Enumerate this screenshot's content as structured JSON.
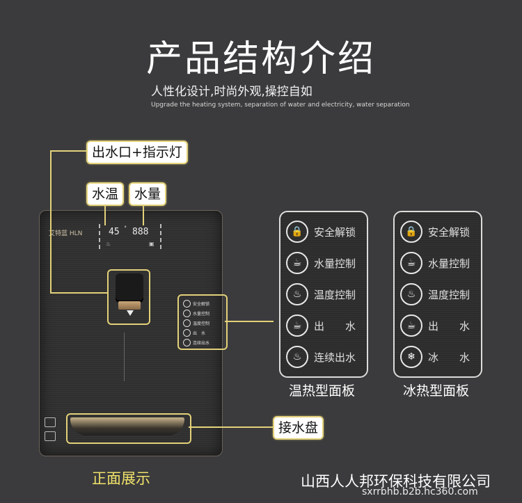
{
  "header": {
    "title": "产品结构介绍",
    "subtitle": "人性化设计,时尚外观,操控自如",
    "subtitle_en": "Upgrade the heating system, separation of water and electricity, water separation"
  },
  "callouts": {
    "outlet": "出水口+指示灯",
    "water_temp": "水温",
    "water_volume": "水量",
    "drip_tray": "接水盘"
  },
  "appliance": {
    "brand": "艾特蓝 HLN",
    "display_temp": "45",
    "display_volume": "888"
  },
  "panels": [
    {
      "caption": "温热型面板",
      "buttons": [
        {
          "icon": "lock-icon",
          "label": "安全解锁"
        },
        {
          "icon": "cup-volume-icon",
          "label": "水量控制"
        },
        {
          "icon": "temperature-cup-icon",
          "label": "温度控制"
        },
        {
          "icon": "cup-icon",
          "label": "出　　水"
        },
        {
          "icon": "continuous-cup-icon",
          "label": "连续出水"
        }
      ]
    },
    {
      "caption": "冰热型面板",
      "buttons": [
        {
          "icon": "lock-icon",
          "label": "安全解锁"
        },
        {
          "icon": "cup-volume-icon",
          "label": "水量控制"
        },
        {
          "icon": "temperature-cup-icon",
          "label": "温度控制"
        },
        {
          "icon": "cup-icon",
          "label": "出　　水"
        },
        {
          "icon": "snowflake-icon",
          "label": "冰　　水"
        }
      ]
    }
  ],
  "captions": {
    "front": "正面展示"
  },
  "footer": {
    "company": "山西人人邦环保科技有限公司",
    "url": "sxrrbhb.b2b.hc360.com"
  },
  "colors": {
    "background": "#3b3b3d",
    "accent": "#e3d27a",
    "front_caption": "#f0e26a"
  }
}
